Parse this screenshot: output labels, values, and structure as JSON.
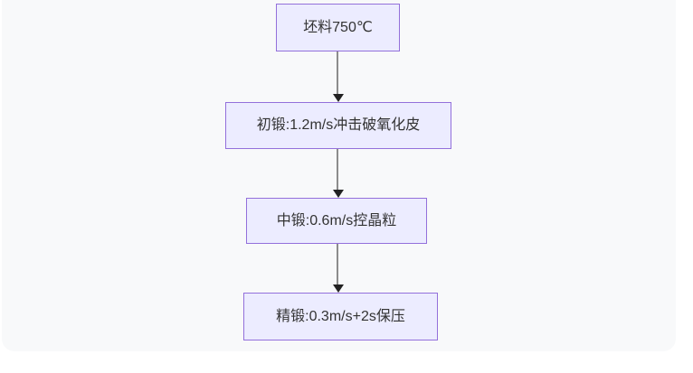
{
  "flowchart": {
    "type": "flow",
    "direction": "top-down",
    "nodes": [
      {
        "id": "n1",
        "label": "坯料750℃"
      },
      {
        "id": "n2",
        "label": "初锻:1.2m/s冲击破氧化皮"
      },
      {
        "id": "n3",
        "label": "中锻:0.6m/s控晶粒"
      },
      {
        "id": "n4",
        "label": "精锻:0.3m/s+2s保压"
      }
    ],
    "edges": [
      {
        "from": "n1",
        "to": "n2"
      },
      {
        "from": "n2",
        "to": "n3"
      },
      {
        "from": "n3",
        "to": "n4"
      }
    ],
    "colors": {
      "node_fill": "#ECECFF",
      "node_border": "#9370DB",
      "text": "#333333",
      "arrow_line": "#8c8c8c",
      "arrow_head": "#222222",
      "canvas_bg": "#f8f9fa",
      "page_bg": "#ffffff"
    }
  }
}
